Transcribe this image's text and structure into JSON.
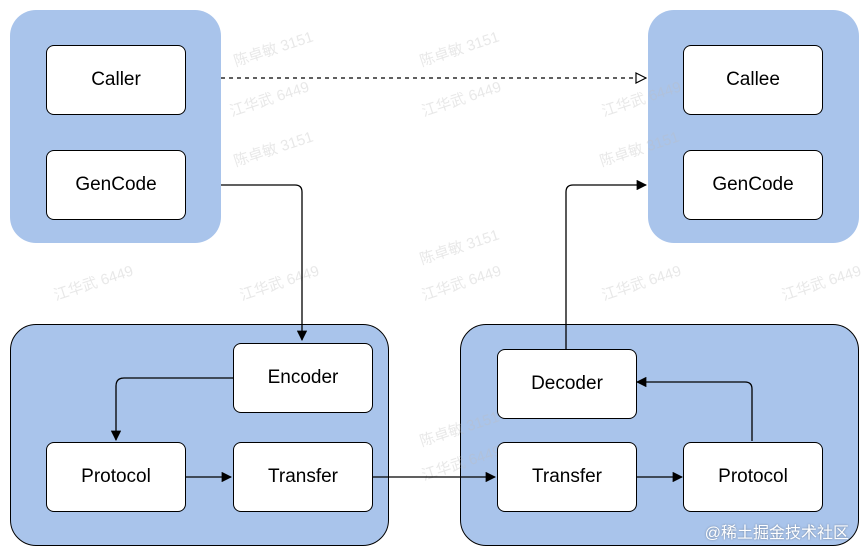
{
  "nodes": {
    "caller": "Caller",
    "gencode_left": "GenCode",
    "callee": "Callee",
    "gencode_right": "GenCode",
    "encoder": "Encoder",
    "protocol_left": "Protocol",
    "transfer_left": "Transfer",
    "decoder": "Decoder",
    "transfer_right": "Transfer",
    "protocol_right": "Protocol"
  },
  "watermarks": [
    "陈卓敏 3151",
    "江华武 6449"
  ],
  "credit": "@稀土掘金技术社区",
  "colors": {
    "group_fill": "#a9c4eb",
    "node_fill": "#ffffff",
    "stroke": "#000000"
  }
}
